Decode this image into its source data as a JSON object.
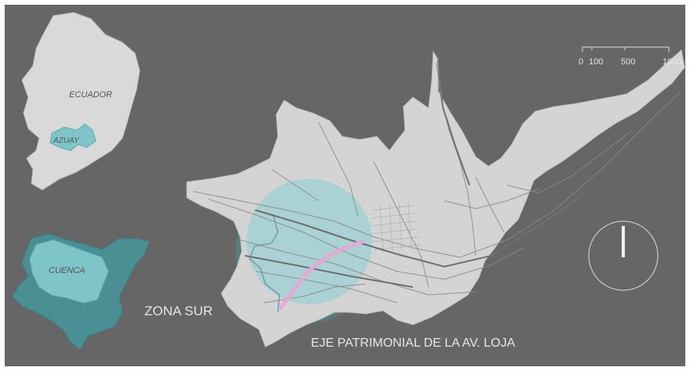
{
  "inset_country": {
    "country_label": "ECUADOR",
    "province_label": "AZUAY"
  },
  "inset_province": {
    "canton_label": "CUENCA"
  },
  "city_map": {
    "zone_label": "ZONA SUR",
    "axis_label": "EJE PATRIMONIAL DE LA AV. LOJA"
  },
  "scale_bar": {
    "ticks": [
      "0",
      "100",
      "500",
      "1000"
    ]
  },
  "north_arrow": {
    "icon": "north-arrow-icon"
  },
  "colors": {
    "background": "#666666",
    "land": "#d9d9d9",
    "highlight": "#7fc4c8",
    "highlight_dark": "#4a8f93",
    "zone_circle": "#9ad0d4",
    "axis_line": "#e8a6d8",
    "text_light": "#e6e6e6"
  }
}
